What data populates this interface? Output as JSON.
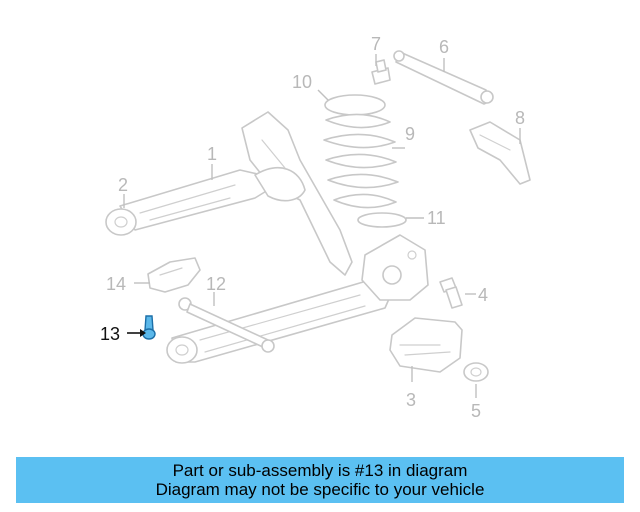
{
  "callouts": {
    "c1": "1",
    "c2": "2",
    "c3": "3",
    "c4": "4",
    "c5": "5",
    "c6": "6",
    "c7": "7",
    "c8": "8",
    "c9": "9",
    "c10": "10",
    "c11": "11",
    "c12": "12",
    "c13": "13",
    "c14": "14"
  },
  "highlight": {
    "part": "13",
    "color": "#5bb8ea"
  },
  "banner": {
    "line1": "Part or sub-assembly is #13 in diagram",
    "line2": "Diagram may not be specific to your vehicle",
    "background": "#5bc0f2"
  }
}
